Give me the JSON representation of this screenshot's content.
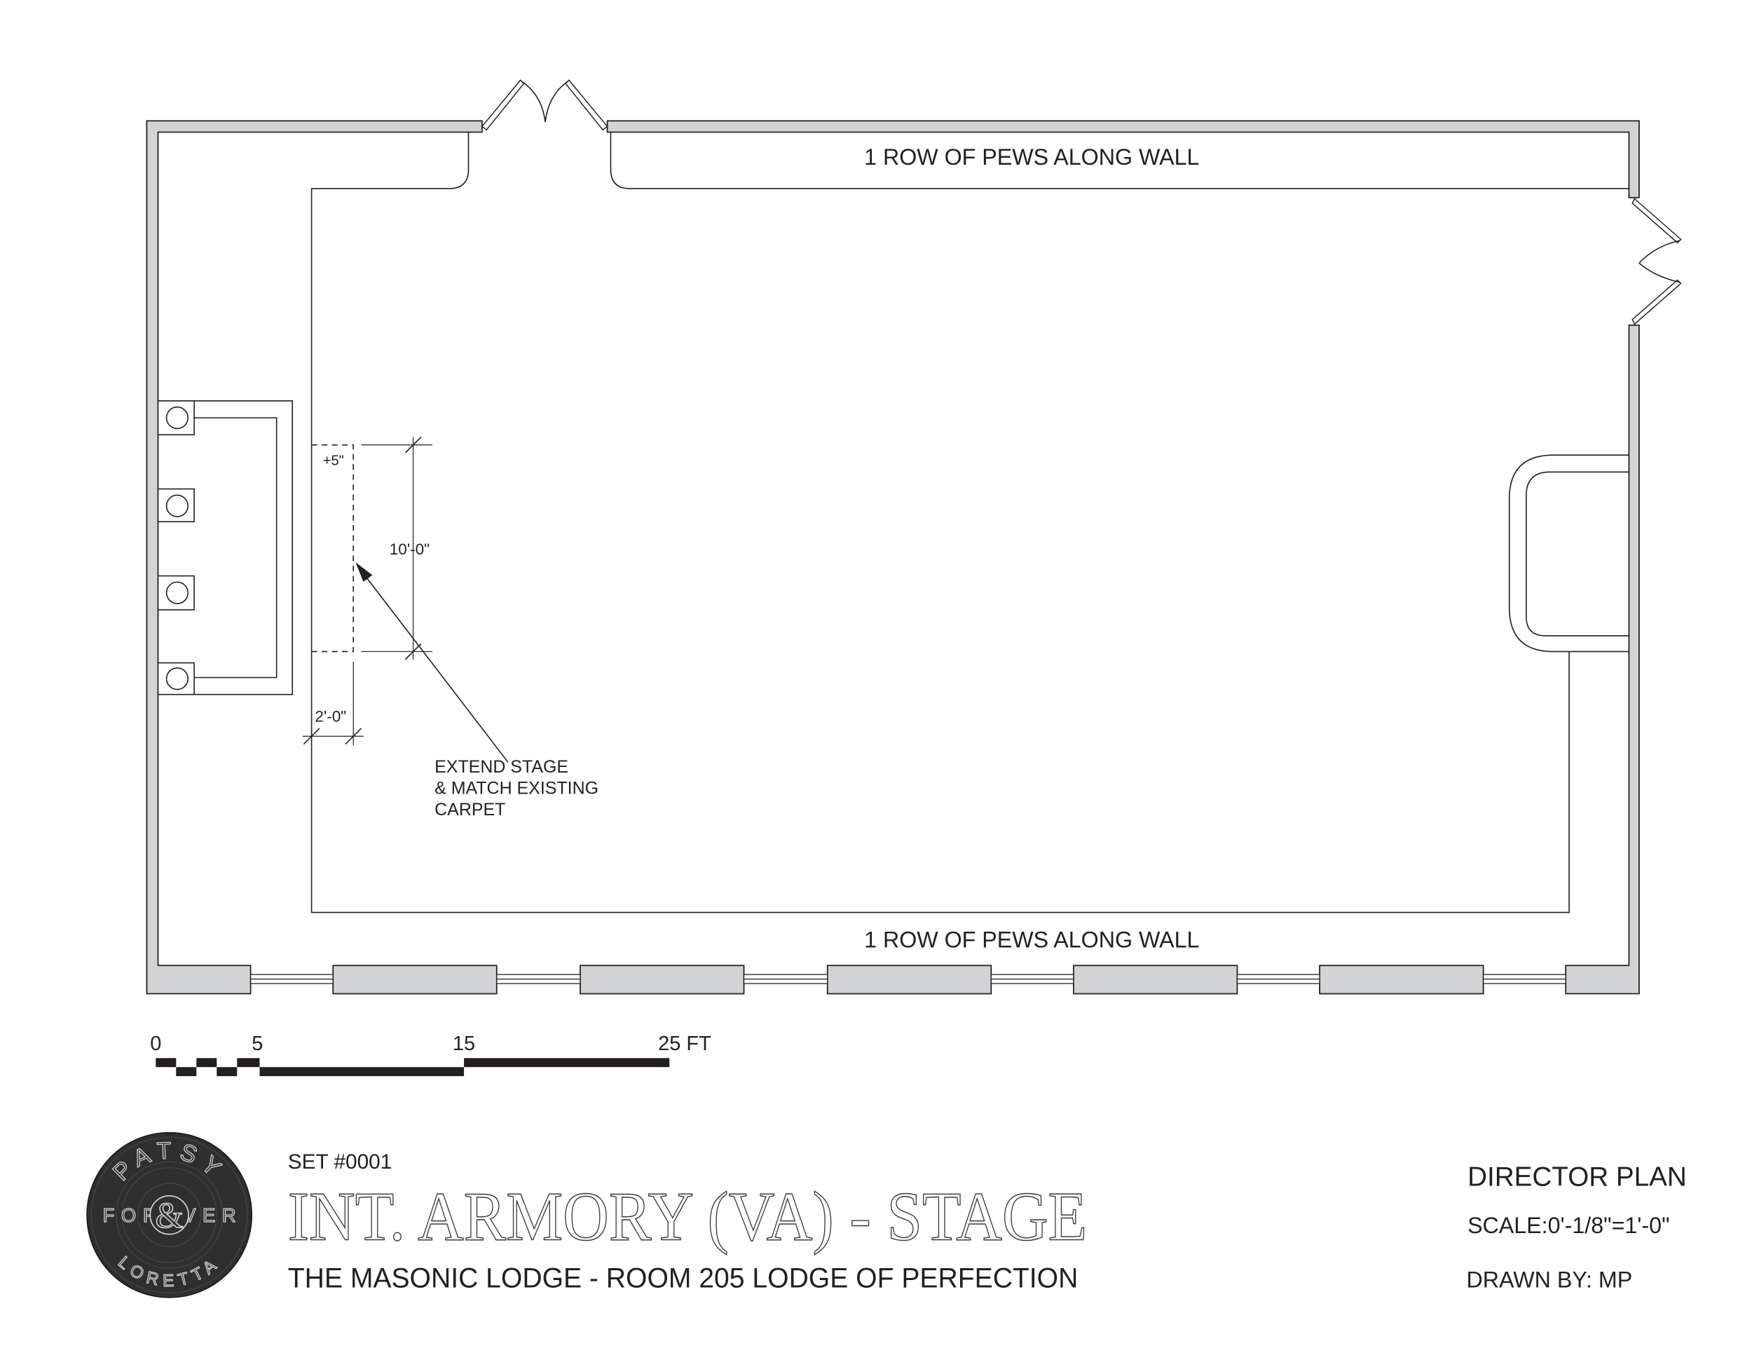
{
  "drawing": {
    "pews_north": "1 ROW OF PEWS ALONG WALL",
    "pews_south": "1 ROW OF PEWS ALONG WALL",
    "stage_extension_rise": "+5\"",
    "stage_extension_length": "10'-0\"",
    "stage_extension_depth": "2'-0\"",
    "note": [
      "EXTEND STAGE",
      "& MATCH EXISTING",
      "CARPET"
    ]
  },
  "scale_bar": {
    "labels": [
      "0",
      "5",
      "15",
      "25 FT"
    ]
  },
  "title_block": {
    "set_number": "SET #0001",
    "title": "INT. ARMORY (VA) - STAGE",
    "location": "THE MASONIC LODGE - ROOM 205 LODGE OF PERFECTION",
    "plan_type": "DIRECTOR PLAN",
    "scale": "SCALE:0'-1/8\"=1'-0\"",
    "drawn_by": "DRAWN BY: MP"
  },
  "logo": {
    "top": "PATSY",
    "ampersand": "&",
    "middle": "FOREVER",
    "bottom": "LORETTA"
  },
  "colors": {
    "wall_fill": "#d1d3d4",
    "line": "#231f20",
    "logo_disc": "#2f2f2f",
    "logo_text": "#d0d0d0"
  }
}
